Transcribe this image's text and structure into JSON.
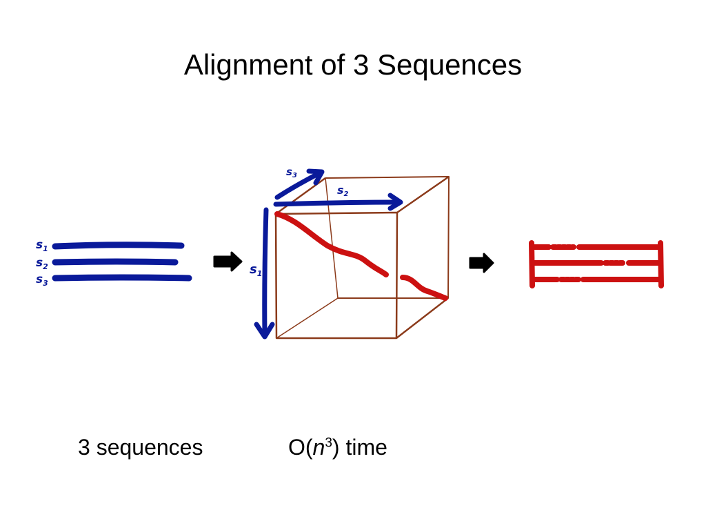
{
  "slide": {
    "title": "Alignment of 3 Sequences"
  },
  "input_sequences": {
    "labels": [
      "s1",
      "s2",
      "s3"
    ],
    "label_main": "s",
    "label_subs": [
      "1",
      "2",
      "3"
    ]
  },
  "cube": {
    "axis_labels": {
      "s1": {
        "main": "s",
        "sub": "1"
      },
      "s2": {
        "main": "s",
        "sub": "2"
      },
      "s3": {
        "main": "s",
        "sub": "3"
      }
    }
  },
  "captions": {
    "left": "3 sequences",
    "right_prefix": "O(",
    "right_var": "n",
    "right_exp": "3",
    "right_suffix": ") time"
  },
  "colors": {
    "sequence_blue": "#0a1a9a",
    "path_red": "#cc1111",
    "cube_brown": "#8b3a1a",
    "arrow_black": "#000000"
  }
}
